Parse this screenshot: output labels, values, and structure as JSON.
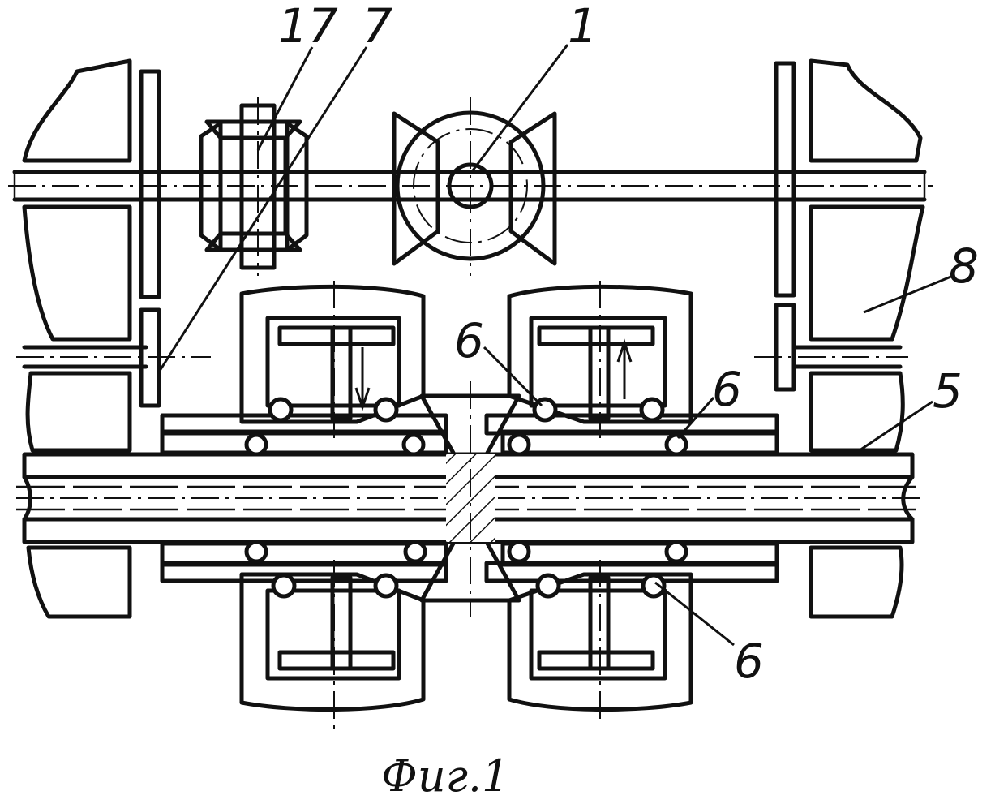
{
  "labels": {
    "l17": "17",
    "l7": "7",
    "l1": "1",
    "l8": "8",
    "l5": "5",
    "l6a": "6",
    "l6b": "6",
    "l6c": "6"
  },
  "caption": "Фиг.1",
  "colors": {
    "ink": "#111111",
    "paper": "#ffffff"
  }
}
